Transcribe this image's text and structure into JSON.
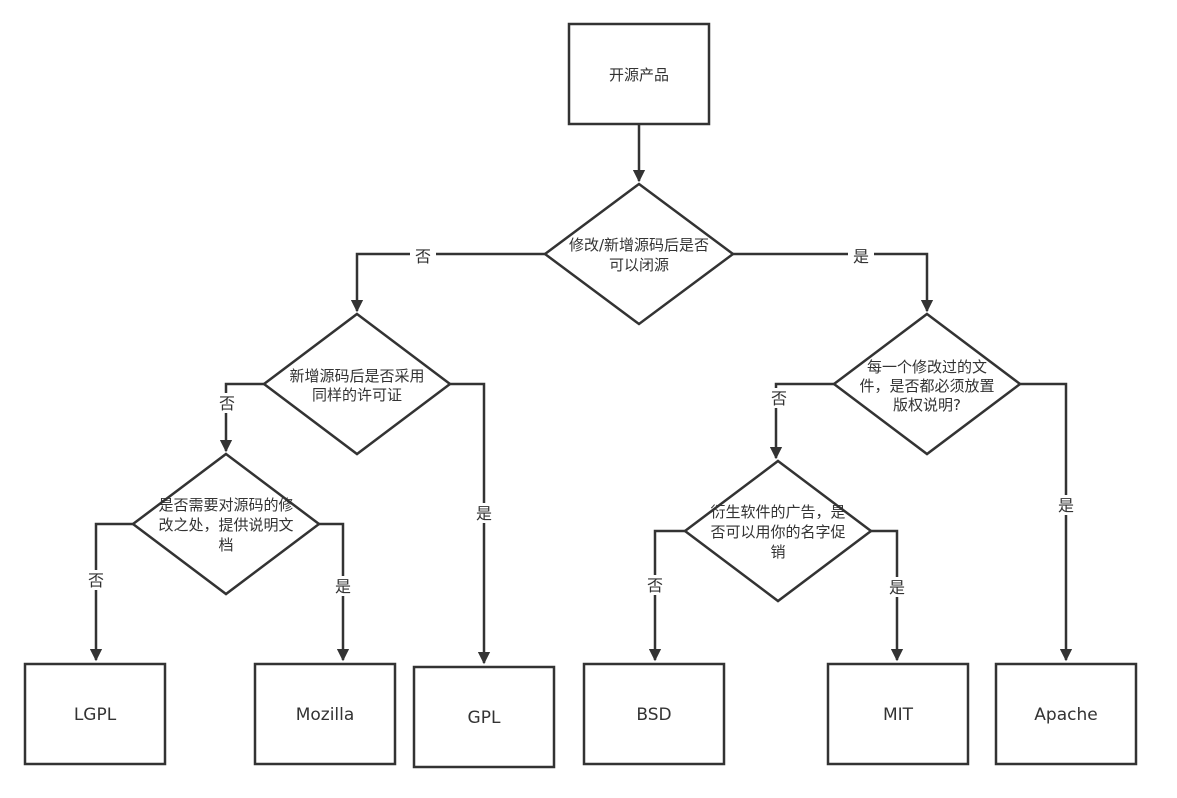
{
  "nodes": {
    "root": "开源产品",
    "q_close_source": [
      "修改/新增源码后是否",
      "可以闭源"
    ],
    "q_same_license": [
      "新增源码后是否采用",
      "同样的许可证"
    ],
    "q_doc_changes": [
      "是否需要对源码的修",
      "改之处，提供说明文",
      "档"
    ],
    "q_copyright": [
      "每一个修改过的文",
      "件，是否都必须放置",
      "版权说明?"
    ],
    "q_name_promo": [
      "衍生软件的广告，是",
      "否可以用你的名字促",
      "销"
    ],
    "lgpl": "LGPL",
    "mozilla": "Mozilla",
    "gpl": "GPL",
    "bsd": "BSD",
    "mit": "MIT",
    "apache": "Apache"
  },
  "edge_labels": {
    "close_no": "否",
    "close_yes": "是",
    "same_no": "否",
    "same_yes": "是",
    "doc_no": "否",
    "doc_yes": "是",
    "copy_no": "否",
    "copy_yes": "是",
    "name_no": "否",
    "name_yes": "是"
  }
}
